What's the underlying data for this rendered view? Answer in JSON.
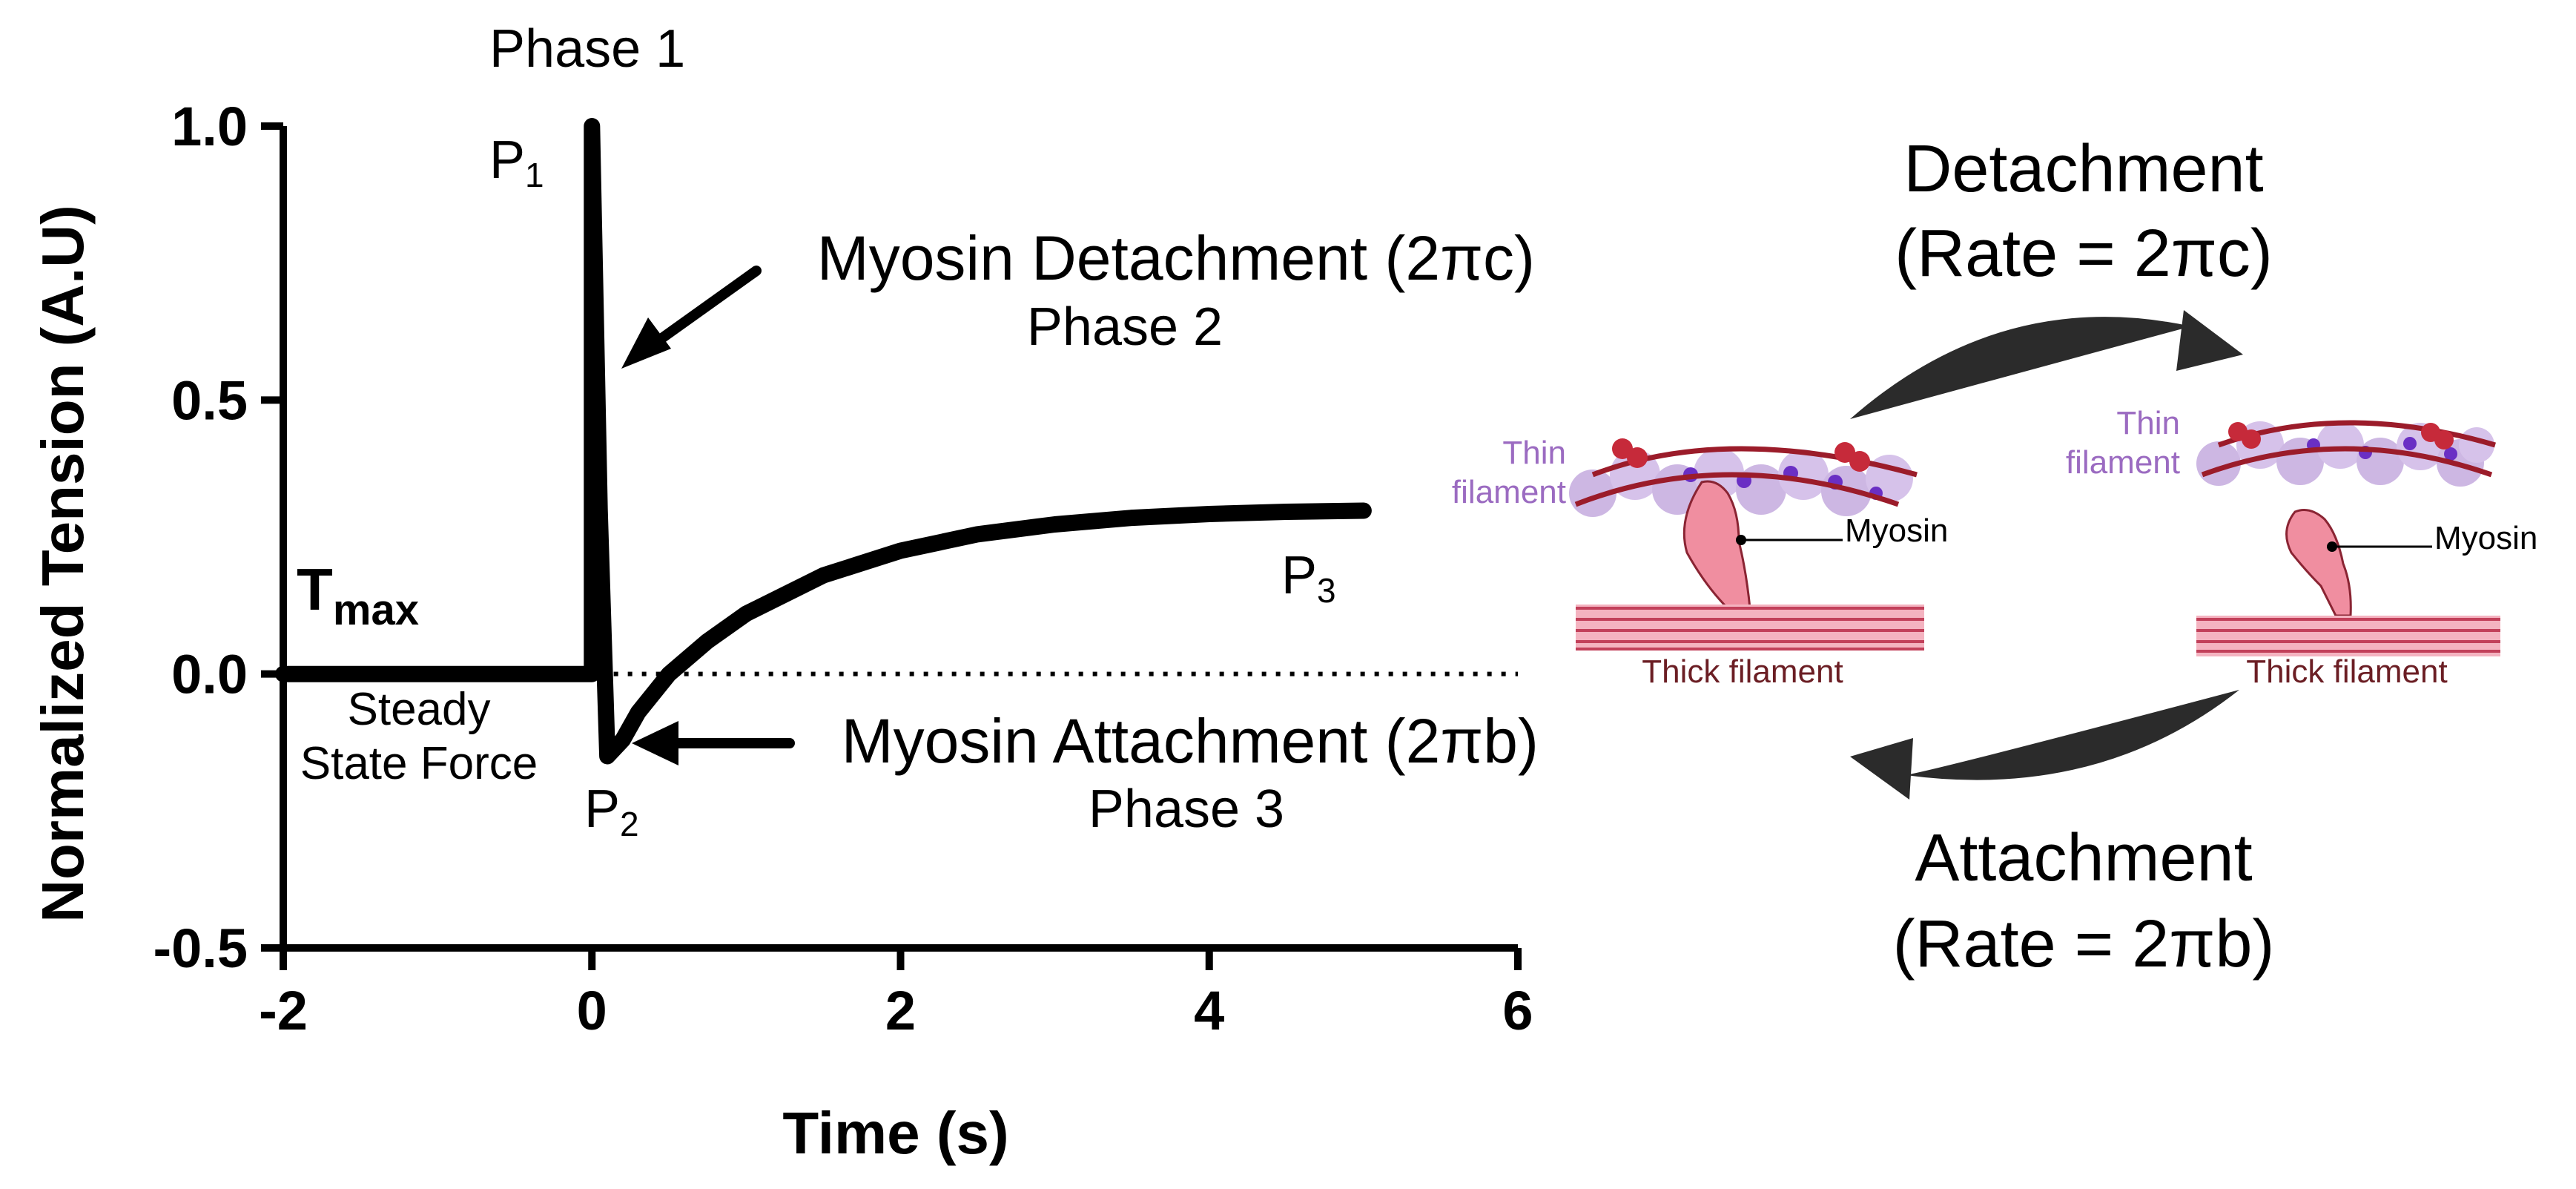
{
  "chart_data": {
    "type": "line",
    "ylabel": "Normalized Tension (A.U)",
    "xlabel": "Time (s)",
    "xlim": [
      -2,
      6
    ],
    "ylim": [
      -0.5,
      1.0
    ],
    "x_ticks": [
      "-2",
      "0",
      "2",
      "4",
      "6"
    ],
    "y_ticks": [
      "1.0",
      "0.5",
      "0.0",
      "-0.5"
    ],
    "x_tick_values": [
      -2,
      0,
      2,
      4,
      6
    ],
    "y_tick_values": [
      1.0,
      0.5,
      0.0,
      -0.5
    ],
    "grid": false,
    "series": [
      {
        "values_xy": [
          [
            -2,
            0
          ],
          [
            0,
            0
          ],
          [
            0,
            1.0
          ],
          [
            0.05,
            0.3
          ],
          [
            0.1,
            -0.15
          ],
          [
            0.2,
            -0.12
          ],
          [
            0.3,
            -0.07
          ],
          [
            0.5,
            0.0
          ],
          [
            0.75,
            0.06
          ],
          [
            1.0,
            0.11
          ],
          [
            1.5,
            0.18
          ],
          [
            2.0,
            0.225
          ],
          [
            2.5,
            0.255
          ],
          [
            3.0,
            0.273
          ],
          [
            3.5,
            0.285
          ],
          [
            4.0,
            0.292
          ],
          [
            4.5,
            0.296
          ],
          [
            5.0,
            0.298
          ]
        ]
      }
    ],
    "baseline": 0.0
  },
  "labels": {
    "phase1": "Phase 1",
    "p1": "P",
    "p1_sub": "1",
    "p2": "P",
    "p2_sub": "2",
    "p3": "P",
    "p3_sub": "3",
    "tmax": "T",
    "tmax_sub": "max",
    "steady1": "Steady",
    "steady2": "State Force",
    "detach_text": "Myosin Detachment (2πc)",
    "phase2": "Phase 2",
    "attach_text": "Myosin Attachment (2πb)",
    "phase3": "Phase 3"
  },
  "cycle": {
    "detachment_title": "Detachment",
    "detachment_rate": "(Rate = 2πc)",
    "attachment_title": "Attachment",
    "attachment_rate": "(Rate = 2πb)",
    "thin_filament": [
      "Thin",
      "filament"
    ],
    "myosin": "Myosin",
    "thick_filament": "Thick filament"
  },
  "colors": {
    "ink": "#000000",
    "thin_label": "#9b6bc1",
    "thick_label": "#6b1e24",
    "actin_bead": "#cdb7e3",
    "actin_dot": "#6a2fc4",
    "tropomyosin": "#9b1c2a",
    "troponin": "#c62a3a",
    "myosin": "#f08ea0",
    "thick": "#e8788c"
  }
}
